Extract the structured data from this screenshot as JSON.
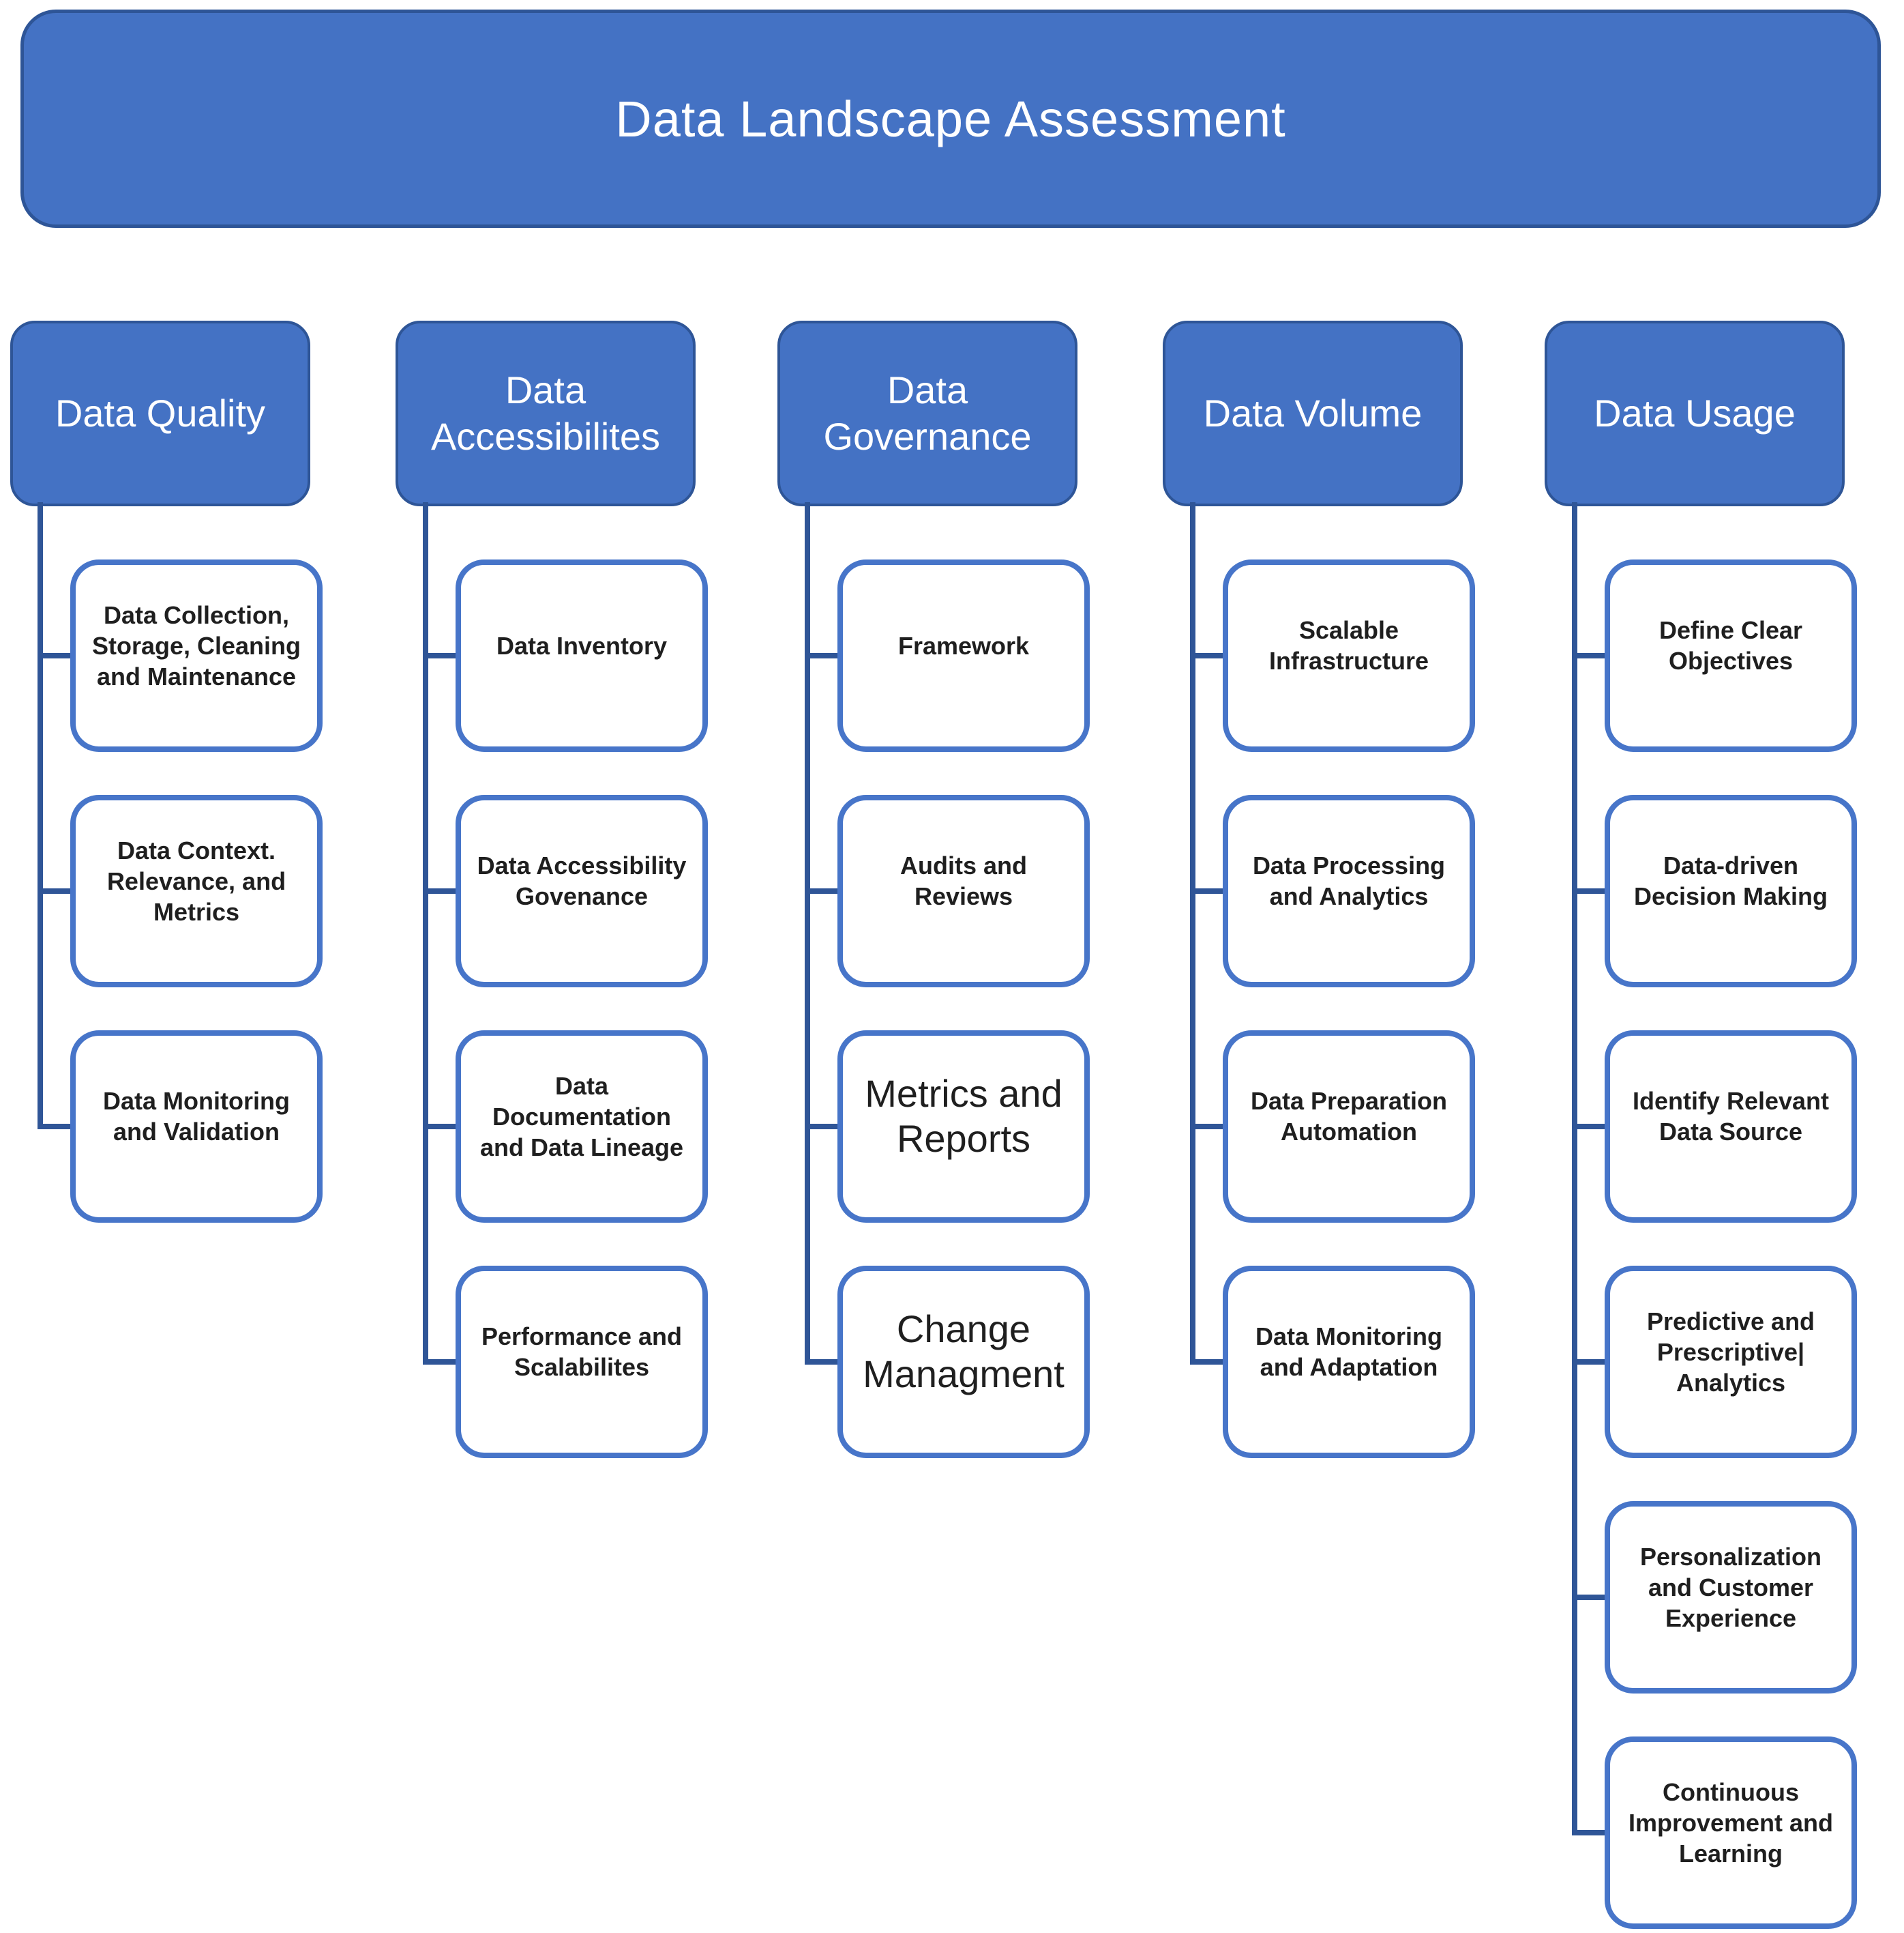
{
  "title": "Data Landscape Assessment",
  "colors": {
    "header_fill": "#4472C4",
    "child_border": "#4775C9",
    "connector": "#2F5597",
    "header_text": "#FFFFFF",
    "child_text": "#1F1F1F",
    "background": "#FFFFFF"
  },
  "columns": [
    {
      "label": "Data Quality",
      "children": [
        {
          "label": "Data Collection, Storage, Cleaning and Maintenance"
        },
        {
          "label": "Data Context. Relevance, and Metrics"
        },
        {
          "label": "Data Monitoring and Validation"
        }
      ]
    },
    {
      "label": "Data Accessibilites",
      "children": [
        {
          "label": "Data Inventory"
        },
        {
          "label": "Data Accessibility Govenance"
        },
        {
          "label": "Data Documentation and Data Lineage"
        },
        {
          "label": "Performance and Scalabilites"
        }
      ]
    },
    {
      "label": "Data Governance",
      "children": [
        {
          "label": "Framework"
        },
        {
          "label": "Audits and Reviews"
        },
        {
          "label": "Metrics and Reports",
          "emphasis": true
        },
        {
          "label": "Change Managment",
          "emphasis": true
        }
      ]
    },
    {
      "label": "Data Volume",
      "children": [
        {
          "label": "Scalable Infrastructure"
        },
        {
          "label": "Data Processing and Analytics"
        },
        {
          "label": "Data Preparation Automation"
        },
        {
          "label": "Data Monitoring and Adaptation"
        }
      ]
    },
    {
      "label": "Data Usage",
      "children": [
        {
          "label": "Define Clear Objectives"
        },
        {
          "label": "Data-driven Decision Making"
        },
        {
          "label": "Identify Relevant Data Source"
        },
        {
          "label": "Predictive and Prescriptive| Analytics"
        },
        {
          "label": "Personalization and Customer Experience"
        },
        {
          "label": "Continuous Improvement and Learning"
        }
      ]
    }
  ]
}
